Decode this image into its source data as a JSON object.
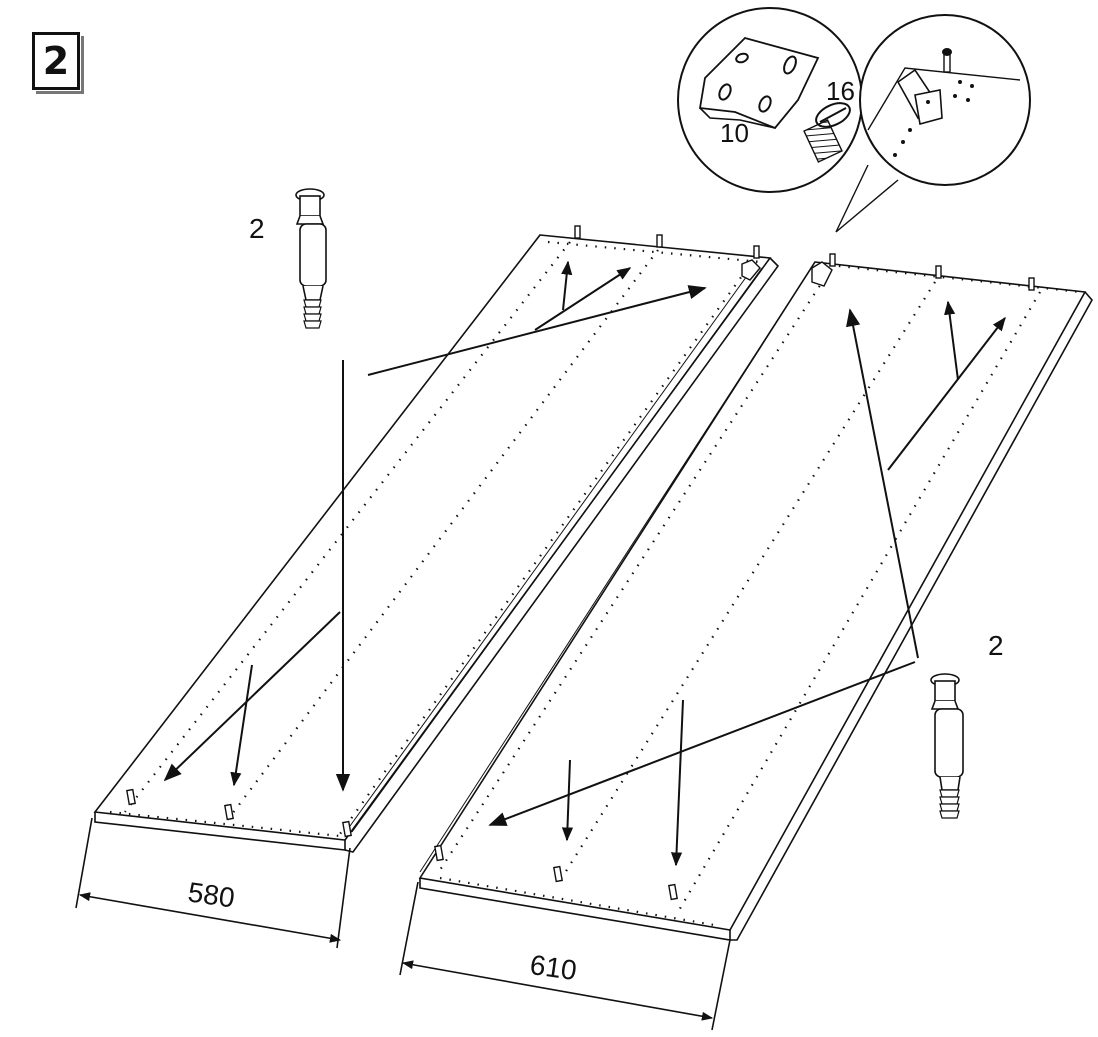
{
  "step": {
    "number": "2"
  },
  "labels": {
    "dowel_qty_left": "2",
    "dowel_qty_right": "2",
    "bracket_part": "10",
    "screw_part": "16"
  },
  "dimensions": {
    "left_panel_width": "580",
    "right_panel_width": "610"
  },
  "colors": {
    "ink": "#111111",
    "paper": "#ffffff"
  }
}
